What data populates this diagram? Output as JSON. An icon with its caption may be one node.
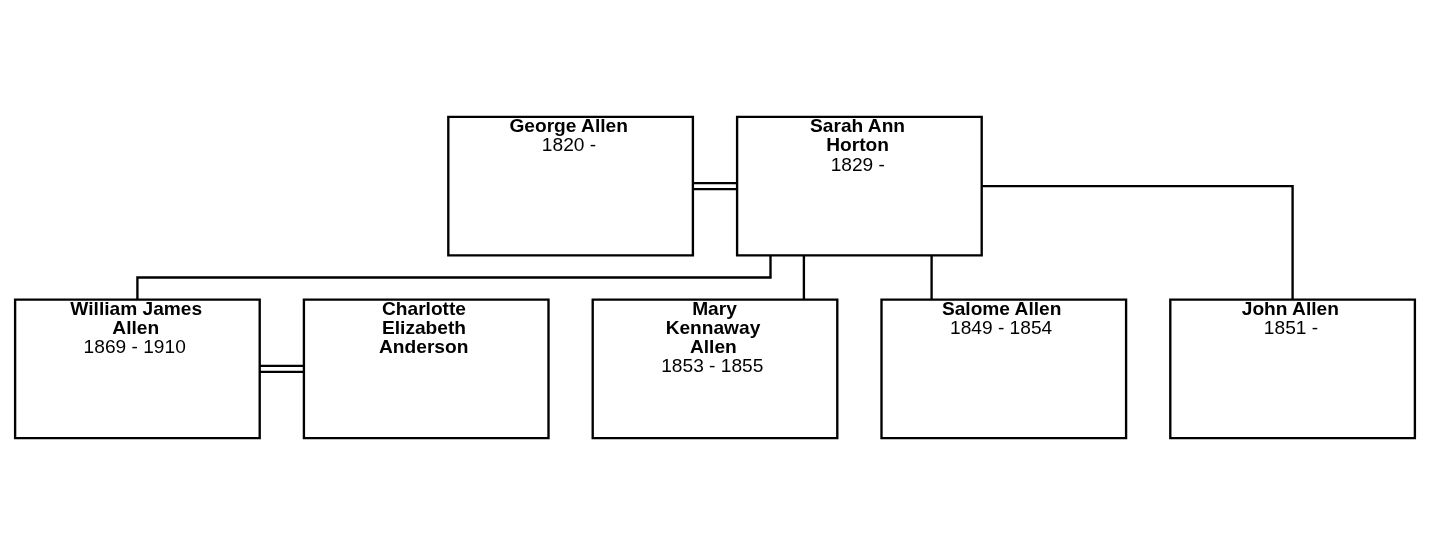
{
  "diagram": {
    "nodes": [
      {
        "text": [
          "George Allen",
          "1820 -"
        ]
      },
      {
        "text": [
          "Sarah Ann Horton",
          "1829 -"
        ]
      },
      {
        "text": [
          "William James Allen",
          "1869 - 1910"
        ]
      },
      {
        "text": [
          "Charlotte Elizabeth Anderson"
        ]
      },
      {
        "text": [
          "Mary Kennaway Allen",
          "1853 - 1855"
        ]
      },
      {
        "text": [
          "Salome Allen",
          "1849 - 1854"
        ]
      },
      {
        "text": [
          "John Allen",
          "1851 -"
        ]
      }
    ],
    "edges": [
      {
        "from": 0,
        "to": 1,
        "arrow": "none"
      },
      {
        "from": 1,
        "to": 2,
        "arrow": "none"
      },
      {
        "from": 1,
        "to": 4,
        "arrow": "none"
      },
      {
        "from": 1,
        "to": 5,
        "arrow": "none"
      },
      {
        "from": 1,
        "to": 6,
        "arrow": "none"
      },
      {
        "from": 2,
        "to": 3,
        "arrow": "none"
      }
    ]
  }
}
